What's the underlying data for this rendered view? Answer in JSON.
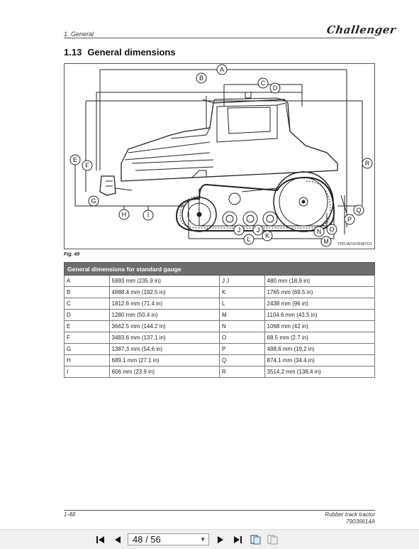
{
  "header": {
    "section": "1. General",
    "brand": "Challenger"
  },
  "heading": {
    "number": "1.13",
    "title": "General dimensions"
  },
  "figure": {
    "code": "TRDJA01105987O1",
    "caption": "Fig. 49",
    "callouts": [
      "A",
      "B",
      "C",
      "D",
      "E",
      "F",
      "G",
      "H",
      "I",
      "J",
      "J",
      "K",
      "L",
      "M",
      "N",
      "O",
      "P",
      "Q",
      "R"
    ]
  },
  "table": {
    "title": "General dimensions for standard gauge",
    "rows": [
      {
        "k1": "A",
        "v1": "5993 mm (235.9 in)",
        "k2": "J J",
        "v2": "480 mm (18.9 in)"
      },
      {
        "k1": "B",
        "v1": "4888.4 mm (192.5 in)",
        "k2": "K",
        "v2": "1765 mm (69.5 in)"
      },
      {
        "k1": "C",
        "v1": "1812.6 mm (71.4 in)",
        "k2": "L",
        "v2": "2438 mm (96 in)"
      },
      {
        "k1": "D",
        "v1": "1280 mm (50.4 in)",
        "k2": "M",
        "v2": "1104.6 mm (43.5 in)"
      },
      {
        "k1": "E",
        "v1": "3662.5 mm (144.2 in)",
        "k2": "N",
        "v2": "1068 mm (42 in)"
      },
      {
        "k1": "F",
        "v1": "3483.6 mm (137.1 in)",
        "k2": "O",
        "v2": "68.5 mm (2.7 in)"
      },
      {
        "k1": "G",
        "v1": "1387,3 mm (54,6 in)",
        "k2": "P",
        "v2": "488,6 mm (19,2 in)"
      },
      {
        "k1": "H",
        "v1": "689.1 mm (27.1 in)",
        "k2": "Q",
        "v2": "874.1 mm (34.4 in)"
      },
      {
        "k1": "I",
        "v1": "606 mm (23.9 in)",
        "k2": "R",
        "v2": "3514.2 mm (138,4 in)"
      }
    ]
  },
  "footer": {
    "page": "1-48",
    "product": "Rubber track tractor",
    "doc_number": "79036614A"
  },
  "viewer": {
    "page_display": "48 / 56",
    "icons": [
      "first-page-icon",
      "prev-page-icon",
      "next-page-icon",
      "last-page-icon",
      "fit-page-icon",
      "fit-width-icon"
    ]
  }
}
